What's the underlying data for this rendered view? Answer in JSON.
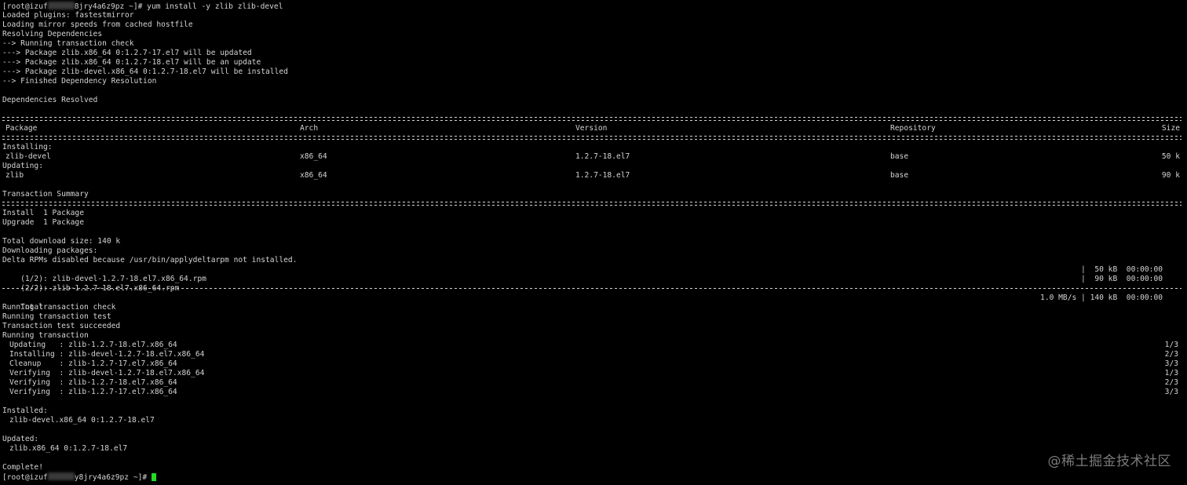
{
  "prompt1": {
    "before": "[root@izuf",
    "after": "8jry4a6z9pz ~]# yum install -y zlib zlib-devel"
  },
  "preamble": [
    "Loaded plugins: fastestmirror",
    "Loading mirror speeds from cached hostfile",
    "Resolving Dependencies",
    "--> Running transaction check",
    "---> Package zlib.x86_64 0:1.2.7-17.el7 will be updated",
    "---> Package zlib.x86_64 0:1.2.7-18.el7 will be an update",
    "---> Package zlib-devel.x86_64 0:1.2.7-18.el7 will be installed",
    "--> Finished Dependency Resolution",
    "",
    "Dependencies Resolved",
    ""
  ],
  "table": {
    "headers": {
      "package": "Package",
      "arch": "Arch",
      "version": "Version",
      "repository": "Repository",
      "size": "Size"
    },
    "installing_label": "Installing:",
    "updating_label": "Updating:",
    "rows": [
      {
        "package": "zlib-devel",
        "arch": "x86_64",
        "version": "1.2.7-18.el7",
        "repository": "base",
        "size": "50 k"
      },
      {
        "package": "zlib",
        "arch": "x86_64",
        "version": "1.2.7-18.el7",
        "repository": "base",
        "size": "90 k"
      }
    ]
  },
  "summary": {
    "title": "Transaction Summary",
    "install": "Install  1 Package",
    "upgrade": "Upgrade  1 Package"
  },
  "download": {
    "total_size": "Total download size: 140 k",
    "downloading": "Downloading packages:",
    "delta": "Delta RPMs disabled because /usr/bin/applydeltarpm not installed.",
    "files": [
      {
        "name": "(1/2): zlib-devel-1.2.7-18.el7.x86_64.rpm",
        "stats": "|  50 kB  00:00:00"
      },
      {
        "name": "(2/2): zlib-1.2.7-18.el7.x86_64.rpm",
        "stats": "|  90 kB  00:00:00"
      }
    ],
    "total_label": "Total",
    "total_stats": "1.0 MB/s | 140 kB  00:00:00"
  },
  "transaction": {
    "lines": [
      "Running transaction check",
      "Running transaction test",
      "Transaction test succeeded",
      "Running transaction"
    ],
    "steps": [
      {
        "text": "Updating   : zlib-1.2.7-18.el7.x86_64",
        "count": "1/3"
      },
      {
        "text": "Installing : zlib-devel-1.2.7-18.el7.x86_64",
        "count": "2/3"
      },
      {
        "text": "Cleanup    : zlib-1.2.7-17.el7.x86_64",
        "count": "3/3"
      },
      {
        "text": "Verifying  : zlib-devel-1.2.7-18.el7.x86_64",
        "count": "1/3"
      },
      {
        "text": "Verifying  : zlib-1.2.7-18.el7.x86_64",
        "count": "2/3"
      },
      {
        "text": "Verifying  : zlib-1.2.7-17.el7.x86_64",
        "count": "3/3"
      }
    ]
  },
  "result": {
    "installed_label": "Installed:",
    "installed_pkg": "zlib-devel.x86_64 0:1.2.7-18.el7",
    "updated_label": "Updated:",
    "updated_pkg": "zlib.x86_64 0:1.2.7-18.el7",
    "complete": "Complete!"
  },
  "prompt2": {
    "before": "[root@izuf",
    "after": "y8jry4a6z9pz ~]# "
  },
  "watermark": "@稀土掘金技术社区",
  "colors": {
    "background": "#000000",
    "text": "#d4d4d4",
    "cursor": "#22dd22",
    "watermark": "#7a7a7a"
  }
}
